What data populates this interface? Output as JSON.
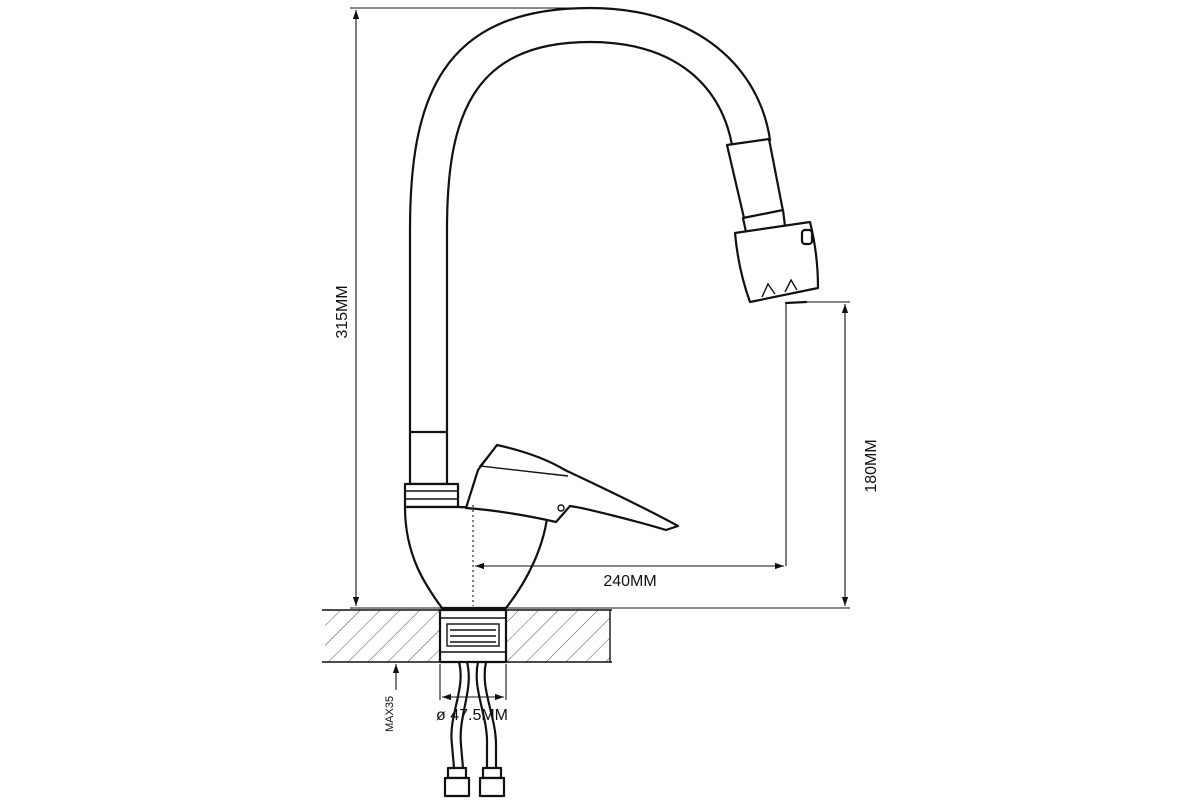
{
  "dimensions": {
    "total_height": "315MM",
    "spout_height": "180MM",
    "spout_reach": "240MM",
    "base_diameter": "ø 47.5MM",
    "max_counter_thickness": "MAX35"
  },
  "colors": {
    "line": "#111111",
    "background": "#ffffff"
  }
}
